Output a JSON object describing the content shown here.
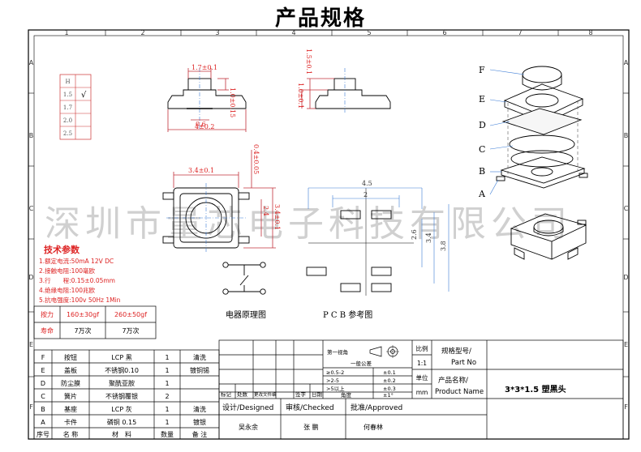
{
  "title": "产品规格",
  "watermark": "深圳市量芯电子科技有限公司",
  "frame": {
    "col_labels": [
      "1",
      "2",
      "3",
      "4",
      "5",
      "6",
      "7",
      "8"
    ],
    "row_labels": [
      "A",
      "B",
      "C",
      "D",
      "E",
      "F"
    ]
  },
  "dims": {
    "top_w": "1.7±0.1",
    "top_h": "1.0±0.15",
    "base_w": "4±0.2",
    "base_sub": "0.6",
    "side_h1": "1.5±0.1",
    "side_h2": "1.0±0.1",
    "plan_w": "3.4±0.1",
    "plan_hw": "0.4±0.05",
    "plan_h": "3.4±0.1",
    "plan_h2": "2.4",
    "pcb_w": "4.5",
    "pcb_inner": "2",
    "pcb_h1": "2.6",
    "pcb_h2": "3.4",
    "pcb_h3": "3.8"
  },
  "height_table": [
    {
      "h": "H",
      "mark": ""
    },
    {
      "h": "1.5",
      "mark": "√"
    },
    {
      "h": "1.7",
      "mark": ""
    },
    {
      "h": "2.0",
      "mark": ""
    },
    {
      "h": "2.5",
      "mark": ""
    }
  ],
  "part_letters": [
    "F",
    "E",
    "D",
    "C",
    "B",
    "A"
  ],
  "tech": {
    "heading": "技术参数",
    "lines": [
      "1.额定电流:50mA 12V DC",
      "2.接触电阻:100毫欧",
      "3.行　　程:0.15±0.05mm",
      "4.绝缘电阻:100兆欧",
      "5.抗电强度:100v 50Hz 1Min"
    ]
  },
  "force_table": {
    "row1_label": "按力",
    "row1_v1": "160±30gf",
    "row1_v2": "260±50gf",
    "row2_label": "寿命",
    "row2_v1": "7万次",
    "row2_v2": "7万次"
  },
  "captions": {
    "schematic": "电器原理图",
    "pcb": "P C B  参考图"
  },
  "bom": {
    "rows": [
      {
        "id": "F",
        "name": "按钮",
        "mat": "LCP 黑",
        "qty": "1",
        "note": "清洗"
      },
      {
        "id": "E",
        "name": "盖板",
        "mat": "不锈钢0.10",
        "qty": "1",
        "note": "镀铜锡"
      },
      {
        "id": "D",
        "name": "防尘膜",
        "mat": "聚酰亚胺",
        "qty": "1",
        "note": ""
      },
      {
        "id": "C",
        "name": "簧片",
        "mat": "不锈钢覆银",
        "qty": "2",
        "note": ""
      },
      {
        "id": "B",
        "name": "基座",
        "mat": "LCP 灰",
        "qty": "1",
        "note": "清洗"
      },
      {
        "id": "A",
        "name": "卡件",
        "mat": "磷铜 0.15",
        "qty": "1",
        "note": "镀银"
      }
    ],
    "header": {
      "id": "序号",
      "name": "名 称",
      "mat": "材　料",
      "qty": "数量",
      "note": "备 注"
    }
  },
  "title_block": {
    "projection": "第一视角",
    "tolerance": "一般公差",
    "tol_rows": [
      {
        "range": "≥0.5-2",
        "tol": "±0.1"
      },
      {
        "range": ">2-5",
        "tol": "±0.2"
      },
      {
        "range": ">5以上",
        "tol": "±0.3"
      },
      {
        "range": "角度",
        "tol": "±1°"
      }
    ],
    "rev_headers": [
      "标记",
      "处数",
      "更改文件编",
      "签字",
      "日期"
    ],
    "scale_label": "比例",
    "scale_value": "1:1",
    "unit_label": "单位",
    "unit_value": "mm",
    "part_no_label": "规格型号/\nPart No",
    "product_name_label": "产品名称/\nProduct Name",
    "product_name": "3*3*1.5 塑黑头",
    "designed_label": "设计/Designed",
    "checked_label": "审核/Checked",
    "approved_label": "批准/Approved",
    "designer": "吴永余",
    "checker": "张 鹏",
    "approver": "何春林"
  }
}
